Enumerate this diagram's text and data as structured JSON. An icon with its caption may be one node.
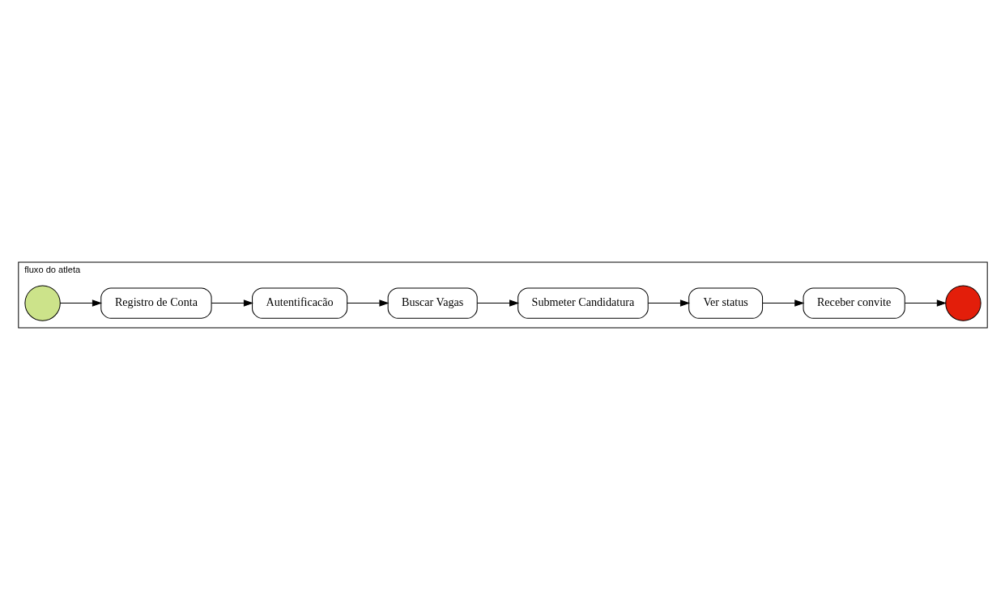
{
  "diagram": {
    "nodes": [
      {
        "text": [
          "fluxo do atleta"
        ]
      },
      {
        "text": [],
        "shape": "circle",
        "in": 0
      },
      {
        "text": [
          "Registro de Conta"
        ],
        "in": 0
      },
      {
        "text": [
          "Autentificacão"
        ],
        "in": 0
      },
      {
        "text": [
          "Buscar Vagas"
        ],
        "in": 0
      },
      {
        "text": [
          "Submeter Candidatura"
        ],
        "in": 0
      },
      {
        "text": [
          "Ver status"
        ],
        "in": 0
      },
      {
        "text": [
          "Receber convite"
        ],
        "in": 0
      },
      {
        "text": [],
        "shape": "circle",
        "in": 0
      }
    ],
    "edges": [
      {
        "from": 1,
        "to": 2,
        "arrow": "to"
      },
      {
        "from": 2,
        "to": 3,
        "arrow": "to"
      },
      {
        "from": 3,
        "to": 4,
        "arrow": "to"
      },
      {
        "from": 4,
        "to": 5,
        "arrow": "to"
      },
      {
        "from": 5,
        "to": 6,
        "arrow": "to"
      },
      {
        "from": 6,
        "to": 7,
        "arrow": "to"
      },
      {
        "from": 7,
        "to": 8,
        "arrow": "to"
      }
    ]
  }
}
